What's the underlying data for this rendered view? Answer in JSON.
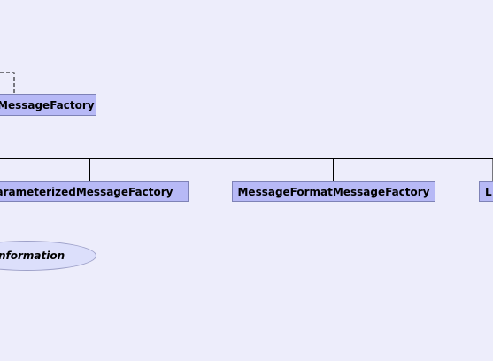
{
  "diagram": {
    "background_color": "#ededfb",
    "node_fill_color": "#b7b9f6",
    "node_border_color": "#7e82b6",
    "nodes": {
      "message_factory": "MessageFactory",
      "parameterized_message_factory": "ParameterizedMessageFactory",
      "message_format_message_factory": "MessageFormatMessageFactory",
      "truncated_right": "L"
    },
    "notes": {
      "information": "nformation"
    }
  }
}
